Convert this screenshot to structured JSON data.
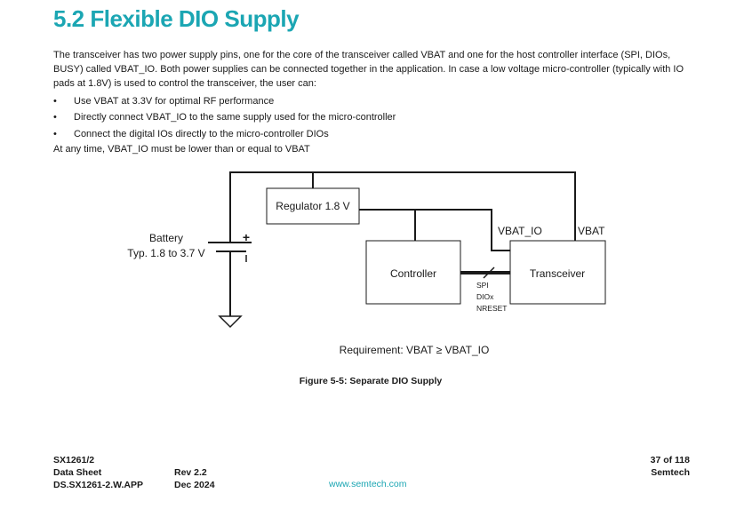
{
  "section": {
    "title": "5.2 Flexible DIO Supply"
  },
  "body": {
    "paragraph": "The transceiver has two power supply pins, one for the core of the transceiver called VBAT and one for the host controller interface (SPI, DIOs, BUSY) called VBAT_IO. Both power supplies can be connected together in the application. In case a low voltage micro-controller (typically with IO pads at 1.8V) is used to control the transceiver, the user can:",
    "bullets": [
      "Use VBAT at 3.3V for optimal RF performance",
      "Directly connect VBAT_IO to the same supply used for the micro-controller",
      "Connect the digital IOs directly to the micro-controller DIOs"
    ],
    "note": "At any time, VBAT_IO must be lower than or equal to VBAT"
  },
  "diagram": {
    "regulator": "Regulator 1.8 V",
    "battery_label": "Battery",
    "battery_range": "Typ. 1.8 to 3.7 V",
    "plus": "+",
    "controller": "Controller",
    "transceiver": "Transceiver",
    "vbat_io": "VBAT_IO",
    "vbat": "VBAT",
    "bus_labels": [
      "SPI",
      "DIOx",
      "NRESET"
    ],
    "requirement": "Requirement: VBAT ≥ VBAT_IO",
    "caption": "Figure 5-5: Separate DIO Supply"
  },
  "footer": {
    "product": "SX1261/2",
    "doc_type": "Data Sheet",
    "doc_id": "DS.SX1261-2.W.APP",
    "rev": "Rev 2.2",
    "date": "Dec 2024",
    "website": "www.semtech.com",
    "page": "37 of 118",
    "company": "Semtech"
  }
}
